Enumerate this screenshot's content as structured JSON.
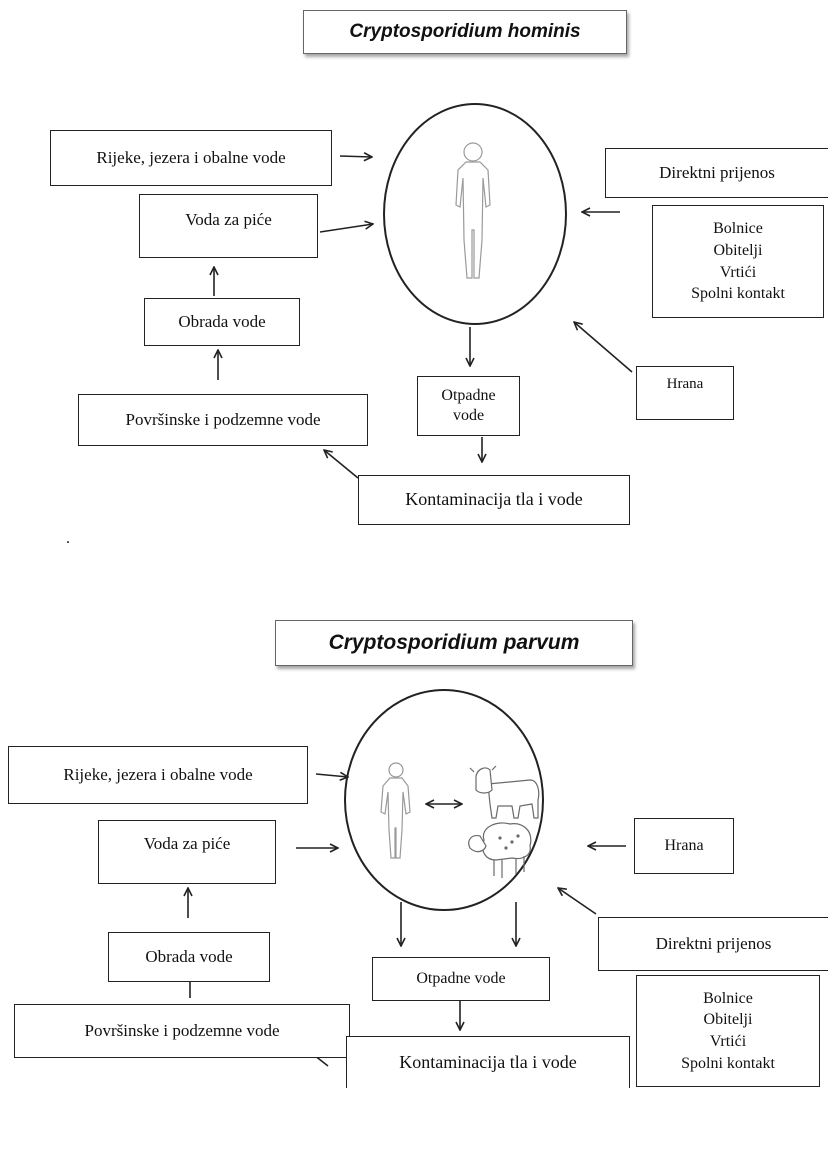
{
  "colors": {
    "stroke": "#222222",
    "figure": "#9a9a9a",
    "background": "#ffffff"
  },
  "diagrams": [
    {
      "title": "Cryptosporidium hominis",
      "hosts": [
        "human"
      ],
      "boxes": {
        "rivers": "Rijeke, jezera i obalne vode",
        "drinking_water": "Voda za piće",
        "water_treatment": "Obrada vode",
        "surface_ground_water": "Površinske i podzemne vode",
        "wastewater": [
          "Otpadne",
          "vode"
        ],
        "contamination": "Kontaminacija tla i vode",
        "direct_transmission": "Direktni prijenos",
        "settings": [
          "Bolnice",
          "Obitelji",
          "Vrtići",
          "Spolni kontakt"
        ],
        "food": "Hrana"
      }
    },
    {
      "title": "Cryptosporidium parvum",
      "hosts": [
        "human",
        "cattle",
        "sheep"
      ],
      "boxes": {
        "rivers": "Rijeke, jezera i obalne vode",
        "drinking_water": "Voda za piće",
        "water_treatment": "Obrada vode",
        "surface_ground_water": "Površinske i podzemne vode",
        "wastewater": "Otpadne vode",
        "contamination": "Kontaminacija tla i vode",
        "direct_transmission": "Direktni prijenos",
        "settings": [
          "Bolnice",
          "Obitelji",
          "Vrtići",
          "Spolni kontakt"
        ],
        "food": "Hrana"
      }
    }
  ],
  "separator_mark": "."
}
